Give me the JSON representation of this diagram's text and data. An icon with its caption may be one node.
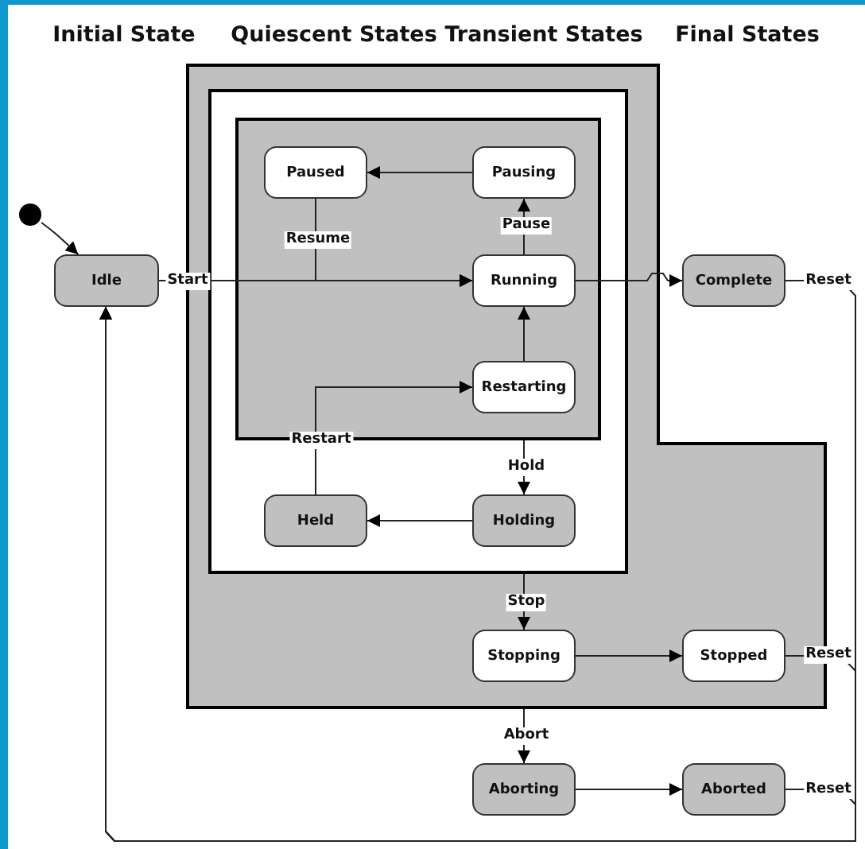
{
  "diagram": {
    "nodes": [
      {
        "text": [],
        "shape": "circle"
      },
      {
        "text": [
          "Idle"
        ]
      },
      {
        "text": [],
        "shape": "box"
      },
      {
        "text": [],
        "shape": "box",
        "in": 2
      },
      {
        "text": [],
        "shape": "box",
        "in": 3
      },
      {
        "text": [
          "Paused"
        ],
        "in": 4
      },
      {
        "text": [
          "Pausing"
        ],
        "in": 4
      },
      {
        "text": [
          "Running"
        ],
        "in": 4
      },
      {
        "text": [
          "Restarting"
        ],
        "in": 4
      },
      {
        "text": [
          "Held"
        ],
        "in": 3
      },
      {
        "text": [
          "Holding"
        ],
        "in": 3
      },
      {
        "text": [
          "Stopping"
        ],
        "in": 2
      },
      {
        "text": [
          "Stopped"
        ],
        "in": 2
      },
      {
        "text": [
          "Complete"
        ]
      },
      {
        "text": [
          "Aborting"
        ]
      },
      {
        "text": [
          "Aborted"
        ]
      }
    ],
    "edges": [
      {
        "from": 0,
        "to": 1,
        "arrow": "to"
      },
      {
        "from": 1,
        "to": 7,
        "arrow": "to",
        "label": "Start"
      },
      {
        "from": 6,
        "to": 5,
        "arrow": "to"
      },
      {
        "from": 7,
        "to": 6,
        "arrow": "to",
        "label": "Pause"
      },
      {
        "from": 5,
        "to": 7,
        "arrow": "to",
        "label": "Resume"
      },
      {
        "from": 8,
        "to": 7,
        "arrow": "to"
      },
      {
        "from": 9,
        "to": 8,
        "arrow": "to",
        "label": "Restart"
      },
      {
        "from": 4,
        "to": 10,
        "arrow": "to",
        "label": "Hold"
      },
      {
        "from": 10,
        "to": 9,
        "arrow": "to"
      },
      {
        "from": 3,
        "to": 11,
        "arrow": "to",
        "label": "Stop"
      },
      {
        "from": 11,
        "to": 12,
        "arrow": "to"
      },
      {
        "from": 2,
        "to": 14,
        "arrow": "to",
        "label": "Abort"
      },
      {
        "from": 14,
        "to": 15,
        "arrow": "to"
      },
      {
        "from": 7,
        "to": 13,
        "arrow": "to"
      },
      {
        "from": 13,
        "to": 1,
        "arrow": "to",
        "label": "Reset"
      },
      {
        "from": 12,
        "to": 1,
        "arrow": "to",
        "label": "Reset"
      },
      {
        "from": 15,
        "to": 1,
        "arrow": "to",
        "label": "Reset"
      }
    ],
    "labels": [
      "Initial State",
      "Quiescent States",
      "Transient States",
      "Final States"
    ]
  }
}
